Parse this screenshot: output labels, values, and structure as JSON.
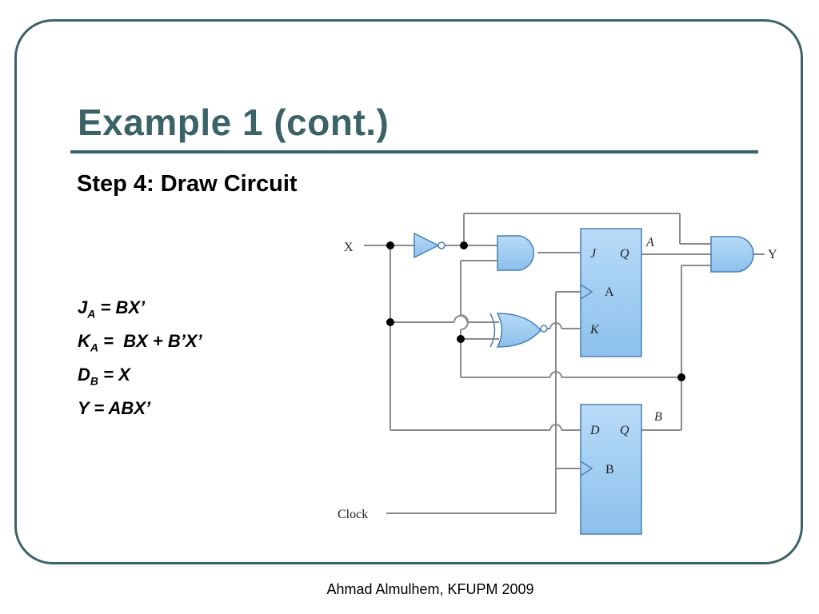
{
  "slide": {
    "title": "Example 1 (cont.)",
    "step": "Step 4: Draw Circuit",
    "footer": "Ahmad Almulhem, KFUPM 2009"
  },
  "equations": [
    {
      "var": "J",
      "sub": "A",
      "rhs": " = BX’"
    },
    {
      "var": "K",
      "sub": "A",
      "rhs": " =  BX + B’X’"
    },
    {
      "var": "D",
      "sub": "B",
      "rhs": " = X"
    },
    {
      "var": "Y",
      "sub": "",
      "rhs": " = ABX’"
    }
  ],
  "circuit": {
    "input_x": "X",
    "input_clock": "Clock",
    "output_y": "Y",
    "ff_a": {
      "in1": "J",
      "in2": "K",
      "out": "Q",
      "name": "A",
      "out_label": "A"
    },
    "ff_b": {
      "in1": "D",
      "out": "Q",
      "name": "B",
      "out_label": "B"
    },
    "colors": {
      "gate_fill": "#9ecbf0",
      "gate_stroke": "#4a7fb5",
      "wire": "#8a8a8a",
      "frame": "#3b6266"
    }
  }
}
